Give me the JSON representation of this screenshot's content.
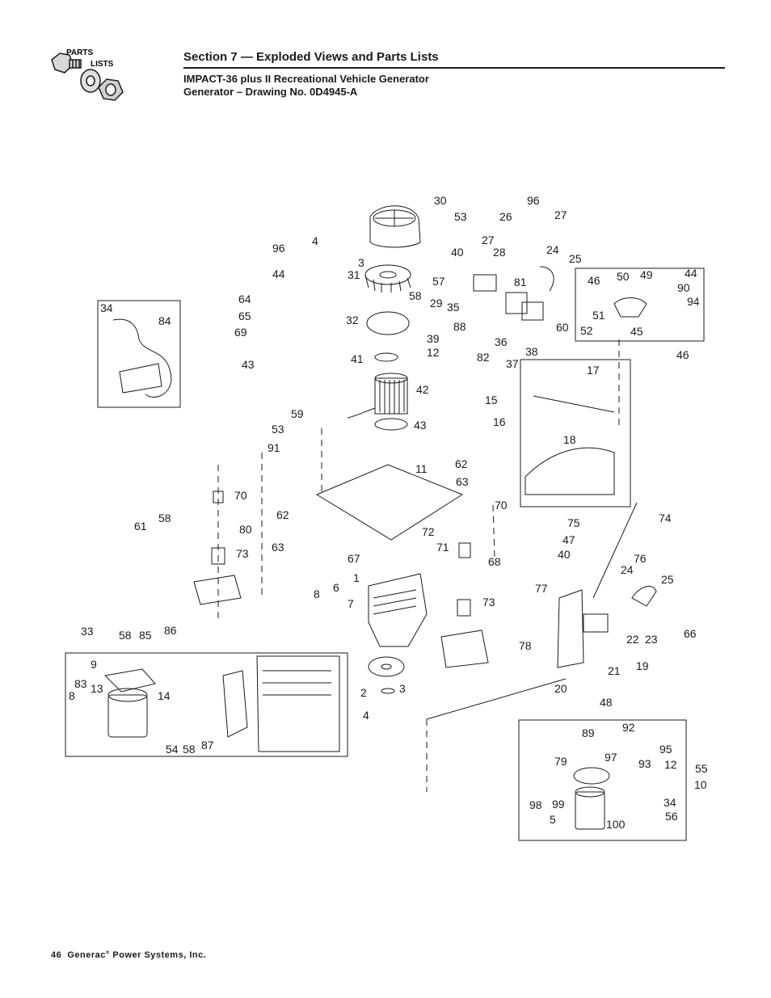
{
  "logo": {
    "line1": "PARTS",
    "line2": "LISTS"
  },
  "header": {
    "section": "Section 7 — Exploded Views and Parts Lists",
    "line2": "IMPACT-36 plus II Recreational Vehicle Generator",
    "line3": "Generator – Drawing No. 0D4945-A"
  },
  "footer": {
    "page": "46",
    "company": "Generac",
    "reg": "®",
    "suffix": " Power Systems, Inc."
  },
  "callouts": [
    "30",
    "53",
    "96",
    "27",
    "26",
    "4",
    "96",
    "27",
    "40",
    "28",
    "24",
    "25",
    "3",
    "44",
    "57",
    "29",
    "31",
    "58",
    "81",
    "46",
    "50",
    "49",
    "44",
    "90",
    "35",
    "94",
    "88",
    "51",
    "52",
    "45",
    "36",
    "60",
    "34",
    "84",
    "64",
    "65",
    "69",
    "32",
    "39",
    "12",
    "43",
    "41",
    "82",
    "37",
    "38",
    "46",
    "17",
    "42",
    "15",
    "16",
    "18",
    "43",
    "59",
    "53",
    "91",
    "62",
    "11",
    "63",
    "70",
    "58",
    "61",
    "80",
    "62",
    "63",
    "73",
    "72",
    "70",
    "75",
    "74",
    "47",
    "67",
    "71",
    "68",
    "40",
    "76",
    "24",
    "25",
    "1",
    "8",
    "6",
    "7",
    "73",
    "77",
    "66",
    "33",
    "58",
    "85",
    "86",
    "23",
    "22",
    "78",
    "9",
    "19",
    "21",
    "8",
    "83",
    "13",
    "14",
    "20",
    "2",
    "3",
    "4",
    "48",
    "54",
    "58",
    "87",
    "89",
    "92",
    "95",
    "97",
    "93",
    "12",
    "55",
    "10",
    "79",
    "34",
    "56",
    "98",
    "99",
    "100",
    "5"
  ]
}
